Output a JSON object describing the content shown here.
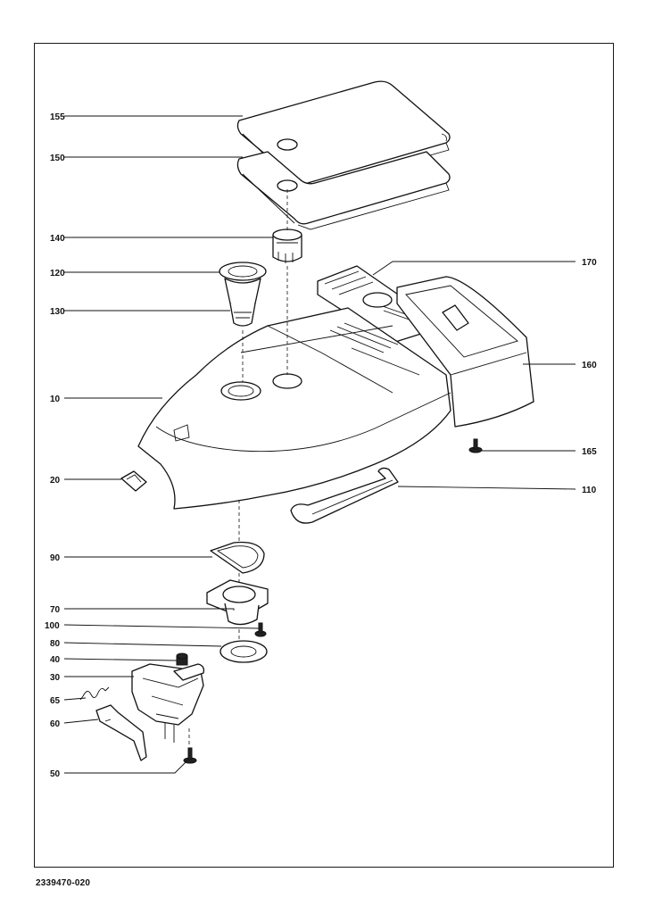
{
  "diagram": {
    "document_number": "2339470-020",
    "callouts": {
      "c155": "155",
      "c150": "150",
      "c140": "140",
      "c120": "120",
      "c130": "130",
      "c10": "10",
      "c20": "20",
      "c90": "90",
      "c70": "70",
      "c100": "100",
      "c80": "80",
      "c40": "40",
      "c30": "30",
      "c65": "65",
      "c60": "60",
      "c50": "50",
      "c170": "170",
      "c160": "160",
      "c165": "165",
      "c110": "110"
    }
  }
}
